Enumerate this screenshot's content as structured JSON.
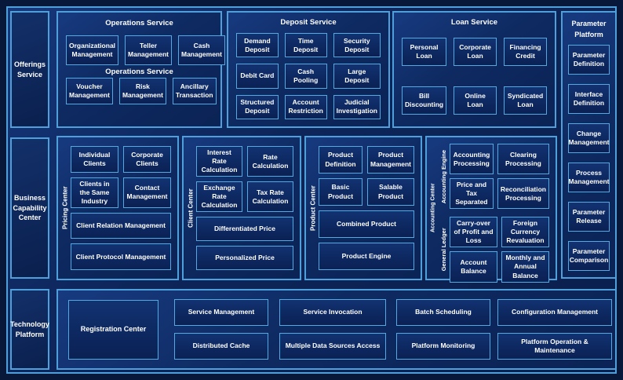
{
  "colors": {
    "accent_border": "#4fa0da",
    "background": "#07183a",
    "panel_fill": "#0e2a61",
    "node_fill": "#0b2357",
    "text": "#ffffff"
  },
  "left_labels": {
    "offerings": "Offerings Service",
    "business": "Business Capability Center",
    "technology": "Technology Platform"
  },
  "operations": {
    "title": "Operations Service",
    "subtitle": "Operations Service",
    "items": [
      "Organizational Management",
      "Teller Management",
      "Cash Management",
      "Voucher Management",
      "Risk Management",
      "Ancillary Transaction"
    ]
  },
  "deposit": {
    "title": "Deposit Service",
    "items": [
      "Demand Deposit",
      "Time Deposit",
      "Security Deposit",
      "Debit Card",
      "Cash Pooling",
      "Large Deposit",
      "Structured Deposit",
      "Account Restriction",
      "Judicial Investigation"
    ]
  },
  "loan": {
    "title": "Loan Service",
    "items": [
      "Personal Loan",
      "Corporate Loan",
      "Financing Credit",
      "Bill Discounting",
      "Online Loan",
      "Syndicated Loan"
    ]
  },
  "parameter": {
    "title": "Parameter Platform",
    "items": [
      "Parameter Definition",
      "Interface Definition",
      "Change Management",
      "Process Management",
      "Parameter Release",
      "Parameter Comparison"
    ]
  },
  "pricing": {
    "label": "Pricing Center",
    "items": [
      "Individual Clients",
      "Corporate Clients",
      "Clients in the Same Industry",
      "Contact Management",
      "Client Relation Management",
      "Client Protocol Management"
    ]
  },
  "client": {
    "label": "Client Center",
    "items": [
      "Interest Rate Calculation",
      "Rate Calculation",
      "Exchange Rate Calculation",
      "Tax Rate Calculation",
      "Differentiated Price",
      "Personalized Price"
    ]
  },
  "product": {
    "label": "Product Center",
    "items": [
      "Product Definition",
      "Product Management",
      "Basic Product",
      "Salable Product",
      "Combined Product",
      "Product Engine"
    ]
  },
  "accounting": {
    "label": "Accounting Center",
    "engine": {
      "label": "Accounting Engine",
      "items": [
        "Accounting Processing",
        "Clearing Processing",
        "Price and Tax Separated",
        "Reconciliation Processing"
      ]
    },
    "ledger": {
      "label": "General Ledger",
      "items": [
        "Carry-over of Profit and Loss",
        "Foreign Currency Revaluation",
        "Account Balance",
        "Monthly and Annual Balance"
      ]
    }
  },
  "technology": {
    "registration": "Registration Center",
    "columns": [
      [
        "Service Management",
        "Distributed Cache"
      ],
      [
        "Service Invocation",
        "Multiple Data Sources Access"
      ],
      [
        "Batch Scheduling",
        "Platform Monitoring"
      ],
      [
        "Configuration Management",
        "Platform Operation & Maintenance"
      ]
    ]
  }
}
